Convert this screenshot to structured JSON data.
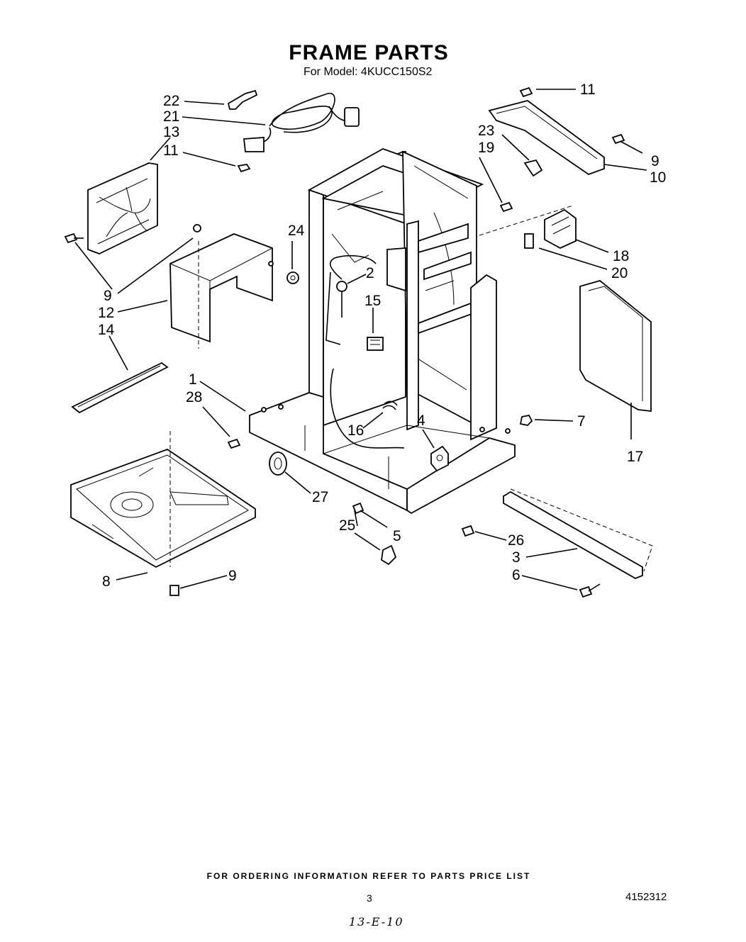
{
  "title": "FRAME PARTS",
  "subtitle": "For Model: 4KUCC150S2",
  "footer_note": "FOR ORDERING INFORMATION REFER TO PARTS PRICE LIST",
  "page_number": "3",
  "document_number": "4152312",
  "handwritten_note": "13-E-10",
  "callouts": [
    {
      "id": "callout-22",
      "label": "22"
    },
    {
      "id": "callout-21",
      "label": "21"
    },
    {
      "id": "callout-13",
      "label": "13"
    },
    {
      "id": "callout-11-left",
      "label": "11"
    },
    {
      "id": "callout-9-left",
      "label": "9"
    },
    {
      "id": "callout-12",
      "label": "12"
    },
    {
      "id": "callout-14",
      "label": "14"
    },
    {
      "id": "callout-24",
      "label": "24"
    },
    {
      "id": "callout-2",
      "label": "2"
    },
    {
      "id": "callout-15",
      "label": "15"
    },
    {
      "id": "callout-1",
      "label": "1"
    },
    {
      "id": "callout-28",
      "label": "28"
    },
    {
      "id": "callout-16",
      "label": "16"
    },
    {
      "id": "callout-4",
      "label": "4"
    },
    {
      "id": "callout-27",
      "label": "27"
    },
    {
      "id": "callout-25",
      "label": "25"
    },
    {
      "id": "callout-5",
      "label": "5"
    },
    {
      "id": "callout-8",
      "label": "8"
    },
    {
      "id": "callout-9-bottom",
      "label": "9"
    },
    {
      "id": "callout-11-right",
      "label": "11"
    },
    {
      "id": "callout-23",
      "label": "23"
    },
    {
      "id": "callout-19",
      "label": "19"
    },
    {
      "id": "callout-9-right",
      "label": "9"
    },
    {
      "id": "callout-10",
      "label": "10"
    },
    {
      "id": "callout-18",
      "label": "18"
    },
    {
      "id": "callout-20",
      "label": "20"
    },
    {
      "id": "callout-17",
      "label": "17"
    },
    {
      "id": "callout-7",
      "label": "7"
    },
    {
      "id": "callout-26",
      "label": "26"
    },
    {
      "id": "callout-3",
      "label": "3"
    },
    {
      "id": "callout-6",
      "label": "6"
    }
  ]
}
